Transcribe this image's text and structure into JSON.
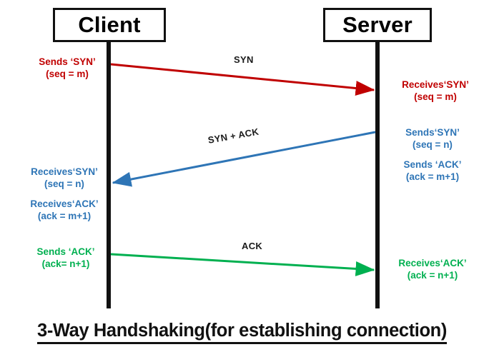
{
  "diagram": {
    "title": "3-Way Handshaking(for establishing connection)",
    "participants": {
      "client": "Client",
      "server": "Server"
    },
    "colors": {
      "syn": "#C00000",
      "syn_ack": "#2E75B6",
      "ack": "#00B050",
      "lifeline": "#111111",
      "text": "#111111"
    },
    "arrow_labels": {
      "syn": "SYN",
      "syn_ack": "SYN + ACK",
      "ack": "ACK"
    },
    "notes": {
      "client_sends_syn": {
        "line1": "Sends ‘SYN’",
        "line2": "(seq = m)"
      },
      "server_receives_syn": {
        "line1": "Receives‘SYN’",
        "line2": "(seq = m)"
      },
      "server_sends_syn": {
        "line1": "Sends‘SYN’",
        "line2": "(seq = n)"
      },
      "server_sends_ack": {
        "line1": "Sends ‘ACK’",
        "line2": "(ack = m+1)"
      },
      "client_receives_syn": {
        "line1": "Receives‘SYN’",
        "line2": "(seq = n)"
      },
      "client_receives_ack": {
        "line1": "Receives‘ACK’",
        "line2": "(ack = m+1)"
      },
      "client_sends_ack": {
        "line1": "Sends ‘ACK’",
        "line2": "(ack= n+1)"
      },
      "server_receives_ack": {
        "line1": "Receives‘ACK’",
        "line2": "(ack = n+1)"
      }
    }
  }
}
